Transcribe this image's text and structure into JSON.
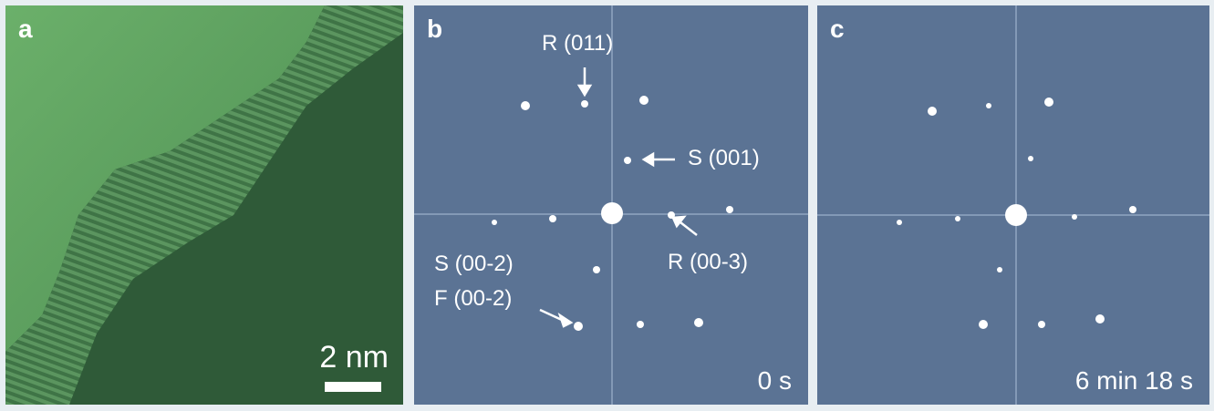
{
  "panels": {
    "a": {
      "letter": "a",
      "scale_bar_label": "2 nm"
    },
    "b": {
      "letter": "b",
      "time": "0 s",
      "spot_labels": {
        "r011": "R (011)",
        "s001": "S (001)",
        "r003": "R (00-3)",
        "s002": "S (00-2)",
        "f002": "F (00-2)"
      }
    },
    "c": {
      "letter": "c",
      "time": "6 min 18 s"
    }
  },
  "colors": {
    "lattice_image_light": "#6bb06a",
    "lattice_image_dark": "#2f5a38",
    "diffraction_background": "#5b7394",
    "spot": "#ffffff",
    "annotation": "#ffffff"
  }
}
